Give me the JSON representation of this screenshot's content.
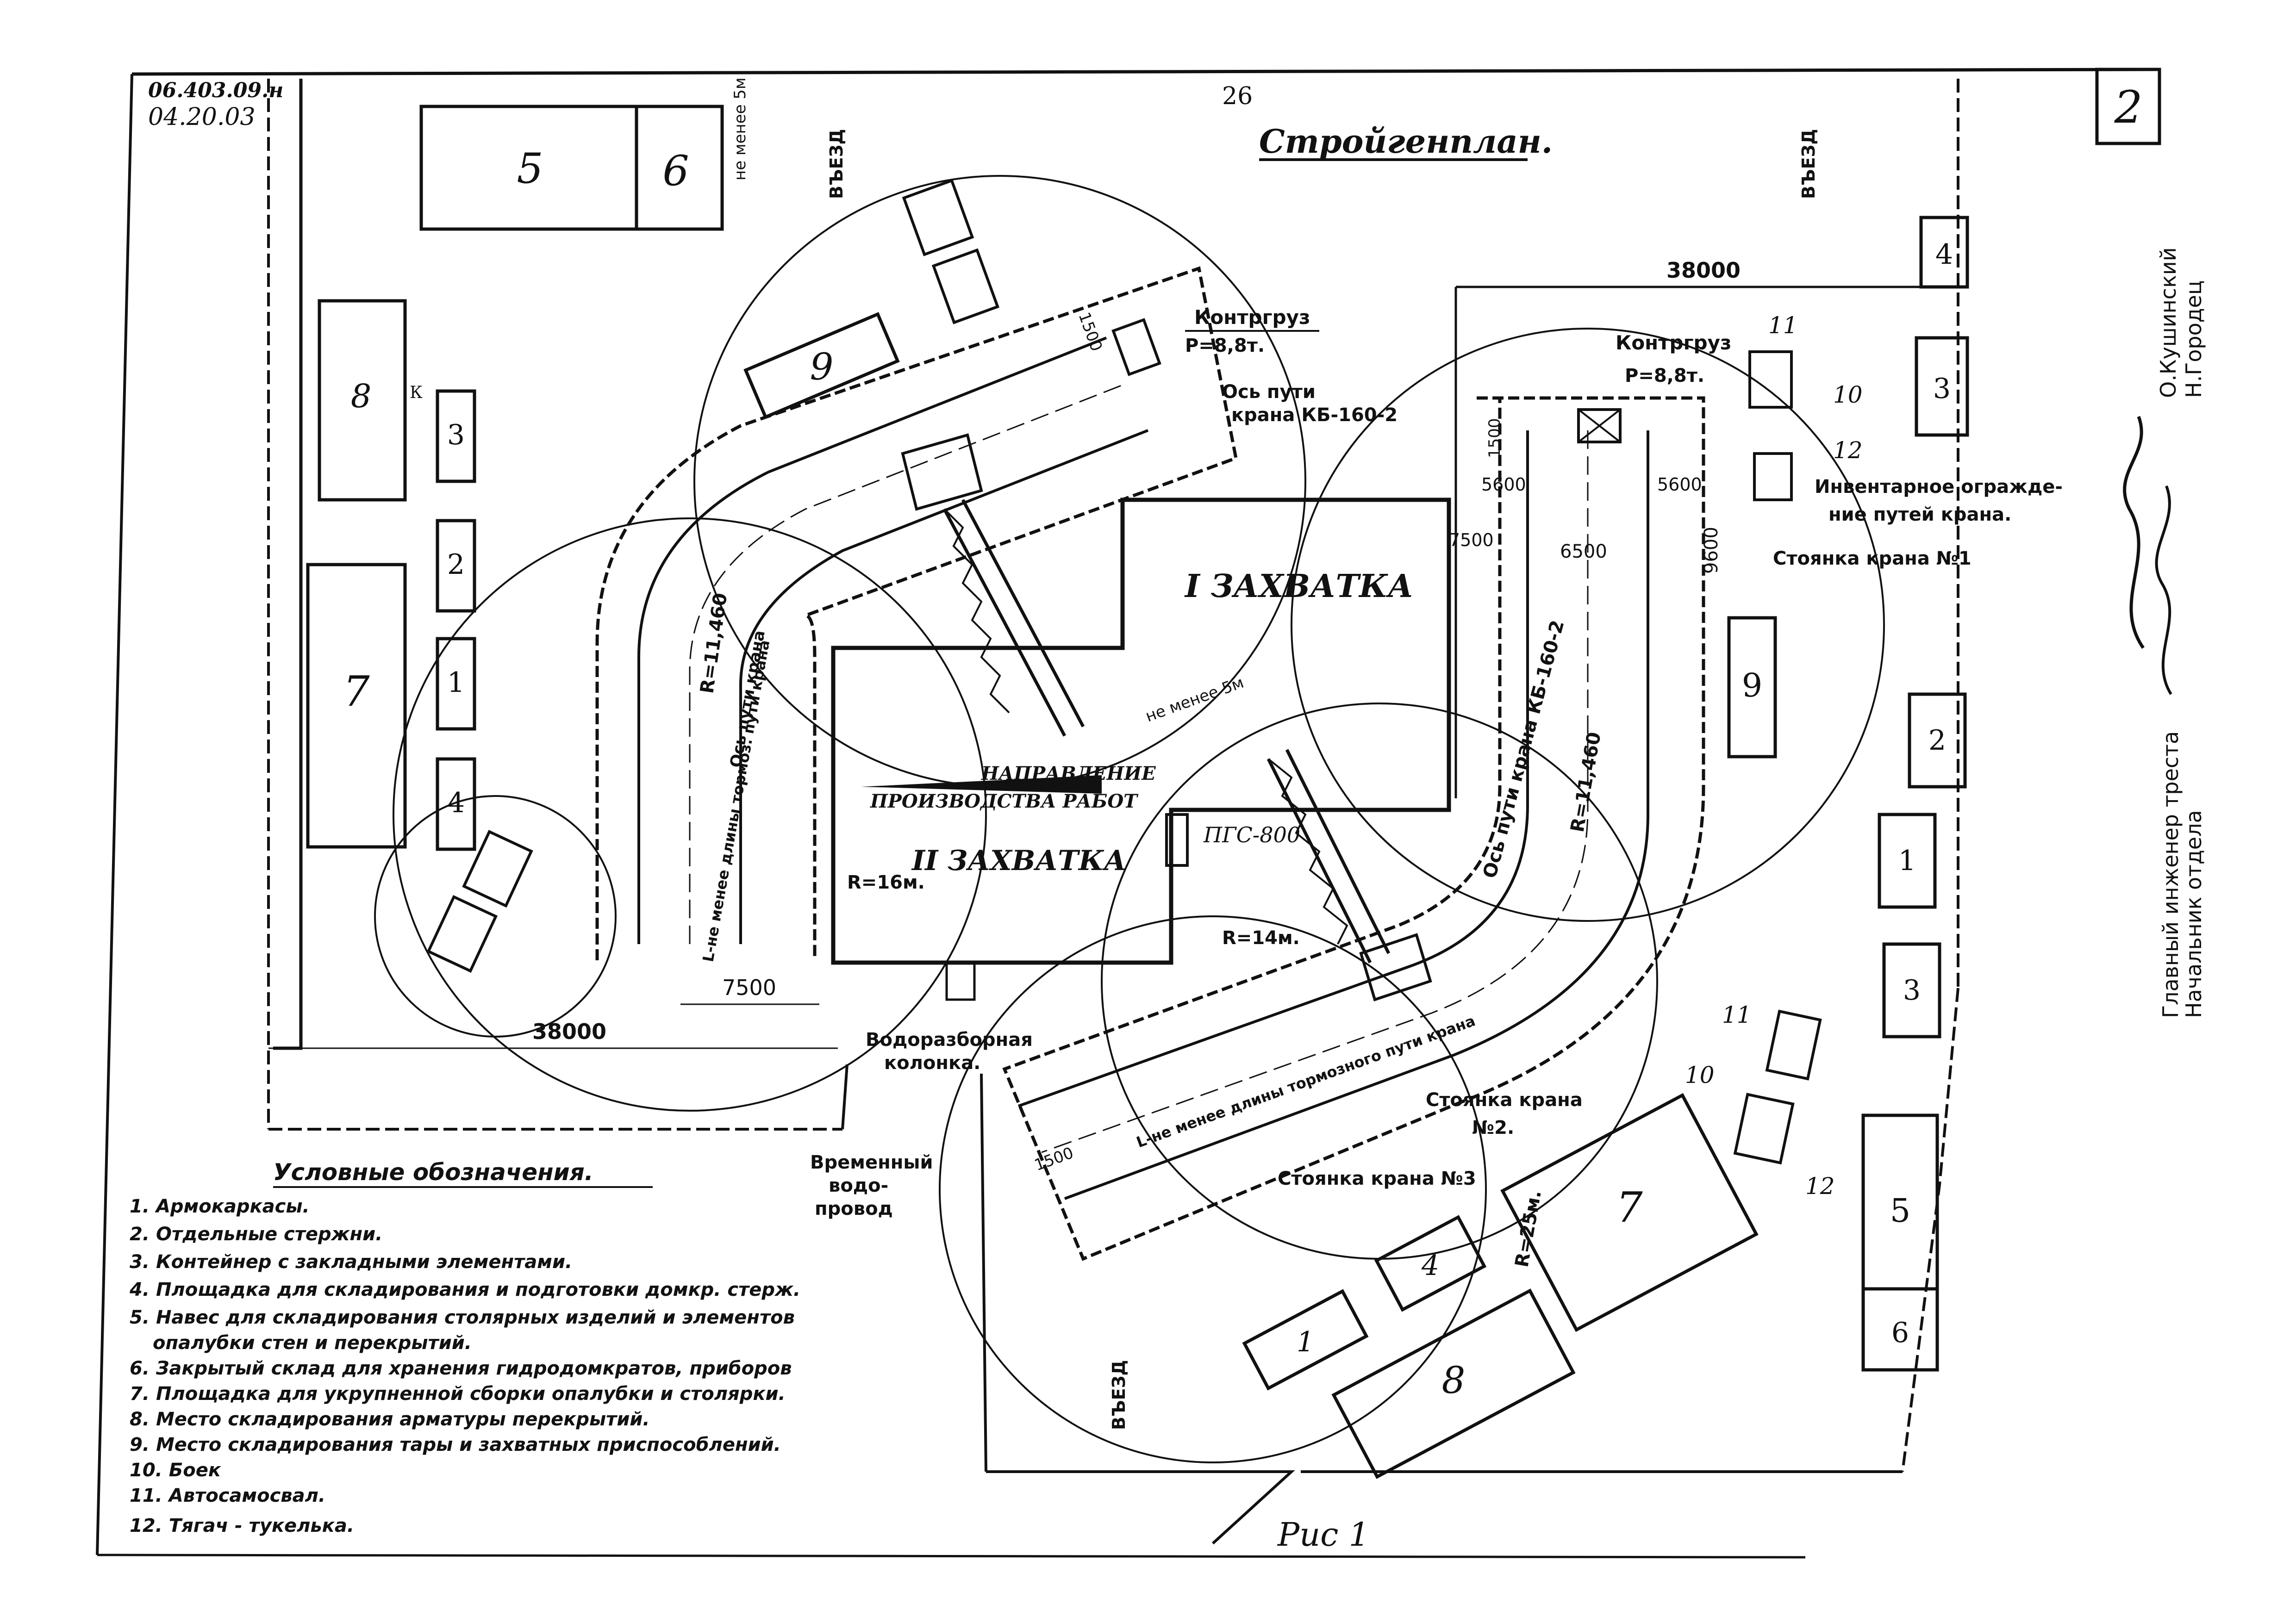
{
  "header": {
    "doc_code": "06.403.09.н",
    "doc_date": "04.20.03",
    "page_number": "26",
    "title": "Стройгенплан.",
    "sheet_number": "2"
  },
  "signatures": {
    "role_1": "Главный инженер треста",
    "role_2": "Начальник отдела",
    "name_1": "О.Кушинский",
    "name_2": "Н.Городец"
  },
  "site": {
    "entry_labels": [
      "ВЪЕЗД",
      "ВЪЕЗД",
      "ВЪЕЗД"
    ],
    "dims": {
      "d38000_top": "38000",
      "d38000_bottom": "38000",
      "d7500_left": "7500",
      "d7500_right": "7500",
      "d5600_a": "5600",
      "d5600_b": "5600",
      "d6500": "6500",
      "d9600": "9600",
      "d1500_a": "1500",
      "d1500_b": "1500",
      "d1500_c": "1500",
      "ne_menee_5m_top": "не менее 5м",
      "ne_menee_5m_mid": "не менее 5м"
    },
    "zones": {
      "zone_1": "I ЗАХВАТКА",
      "zone_2": "II ЗАХВАТКА",
      "direction_1": "НАПРАВЛЕНИЕ",
      "direction_2": "ПРОИЗВОДСТВА РАБОТ"
    },
    "radii": {
      "r_11460_left": "R=11,460",
      "r_11460_right": "R=11,460",
      "r_16": "R=16м.",
      "r_14": "R=14м.",
      "r_25": "R=25м."
    },
    "crane_notes": {
      "counterweight_1": "Контргруз",
      "counterweight_1_p": "P=8,8т.",
      "counterweight_2": "Контргруз",
      "counterweight_2_p": "P=8,8т.",
      "axis_1": "Ось пути",
      "axis_1b": "крана КБ-160-2",
      "axis_2": "Ось пути крана КБ-160-2",
      "axis_left": "Ось пути крана",
      "inventory_fence": "Инвентарное огражде-",
      "inventory_fence_2": "ние путей крана.",
      "parking_1": "Стоянка крана №1",
      "parking_2": "Стоянка крана",
      "parking_2b": "№2.",
      "parking_3": "Стоянка крана №3",
      "pgs": "ПГС-800",
      "water_column": "Водоразборная",
      "water_column_2": "колонка.",
      "temp_water": "Временный",
      "temp_water_2": "водо-",
      "temp_water_3": "провод",
      "left_brake": "L-не менее длины тормоз. пути крана",
      "bottom_brake": "L-не менее длины тормозного пути крана",
      "k": "К"
    },
    "numbered": {
      "n1": "1",
      "n2": "2",
      "n3": "3",
      "n4": "4",
      "n5": "5",
      "n6": "6",
      "n7": "7",
      "n8": "8",
      "n9": "9",
      "n10": "10",
      "n11": "11",
      "n12": "12"
    }
  },
  "legend": {
    "title": "Условные обозначения.",
    "items": [
      "1. Армокаркасы.",
      "2. Отдельные стержни.",
      "3. Контейнер с закладными элементами.",
      "4. Площадка для складирования и подготовки домкр. стерж.",
      "5. Навес для складирования столярных изделий и элементов",
      "опалубки стен и перекрытий.",
      "6. Закрытый склад для хранения гидродомкратов, приборов",
      "7. Площадка для укрупненной сборки опалубки и столярки.",
      "8. Место складирования арматуры перекрытий.",
      "9. Место складирования тары и захватных приспособлений.",
      "10. Боек",
      "11. Автосамосвал.",
      "12. Тягач - тукелька."
    ]
  },
  "footer": {
    "figure": "Рис 1"
  }
}
